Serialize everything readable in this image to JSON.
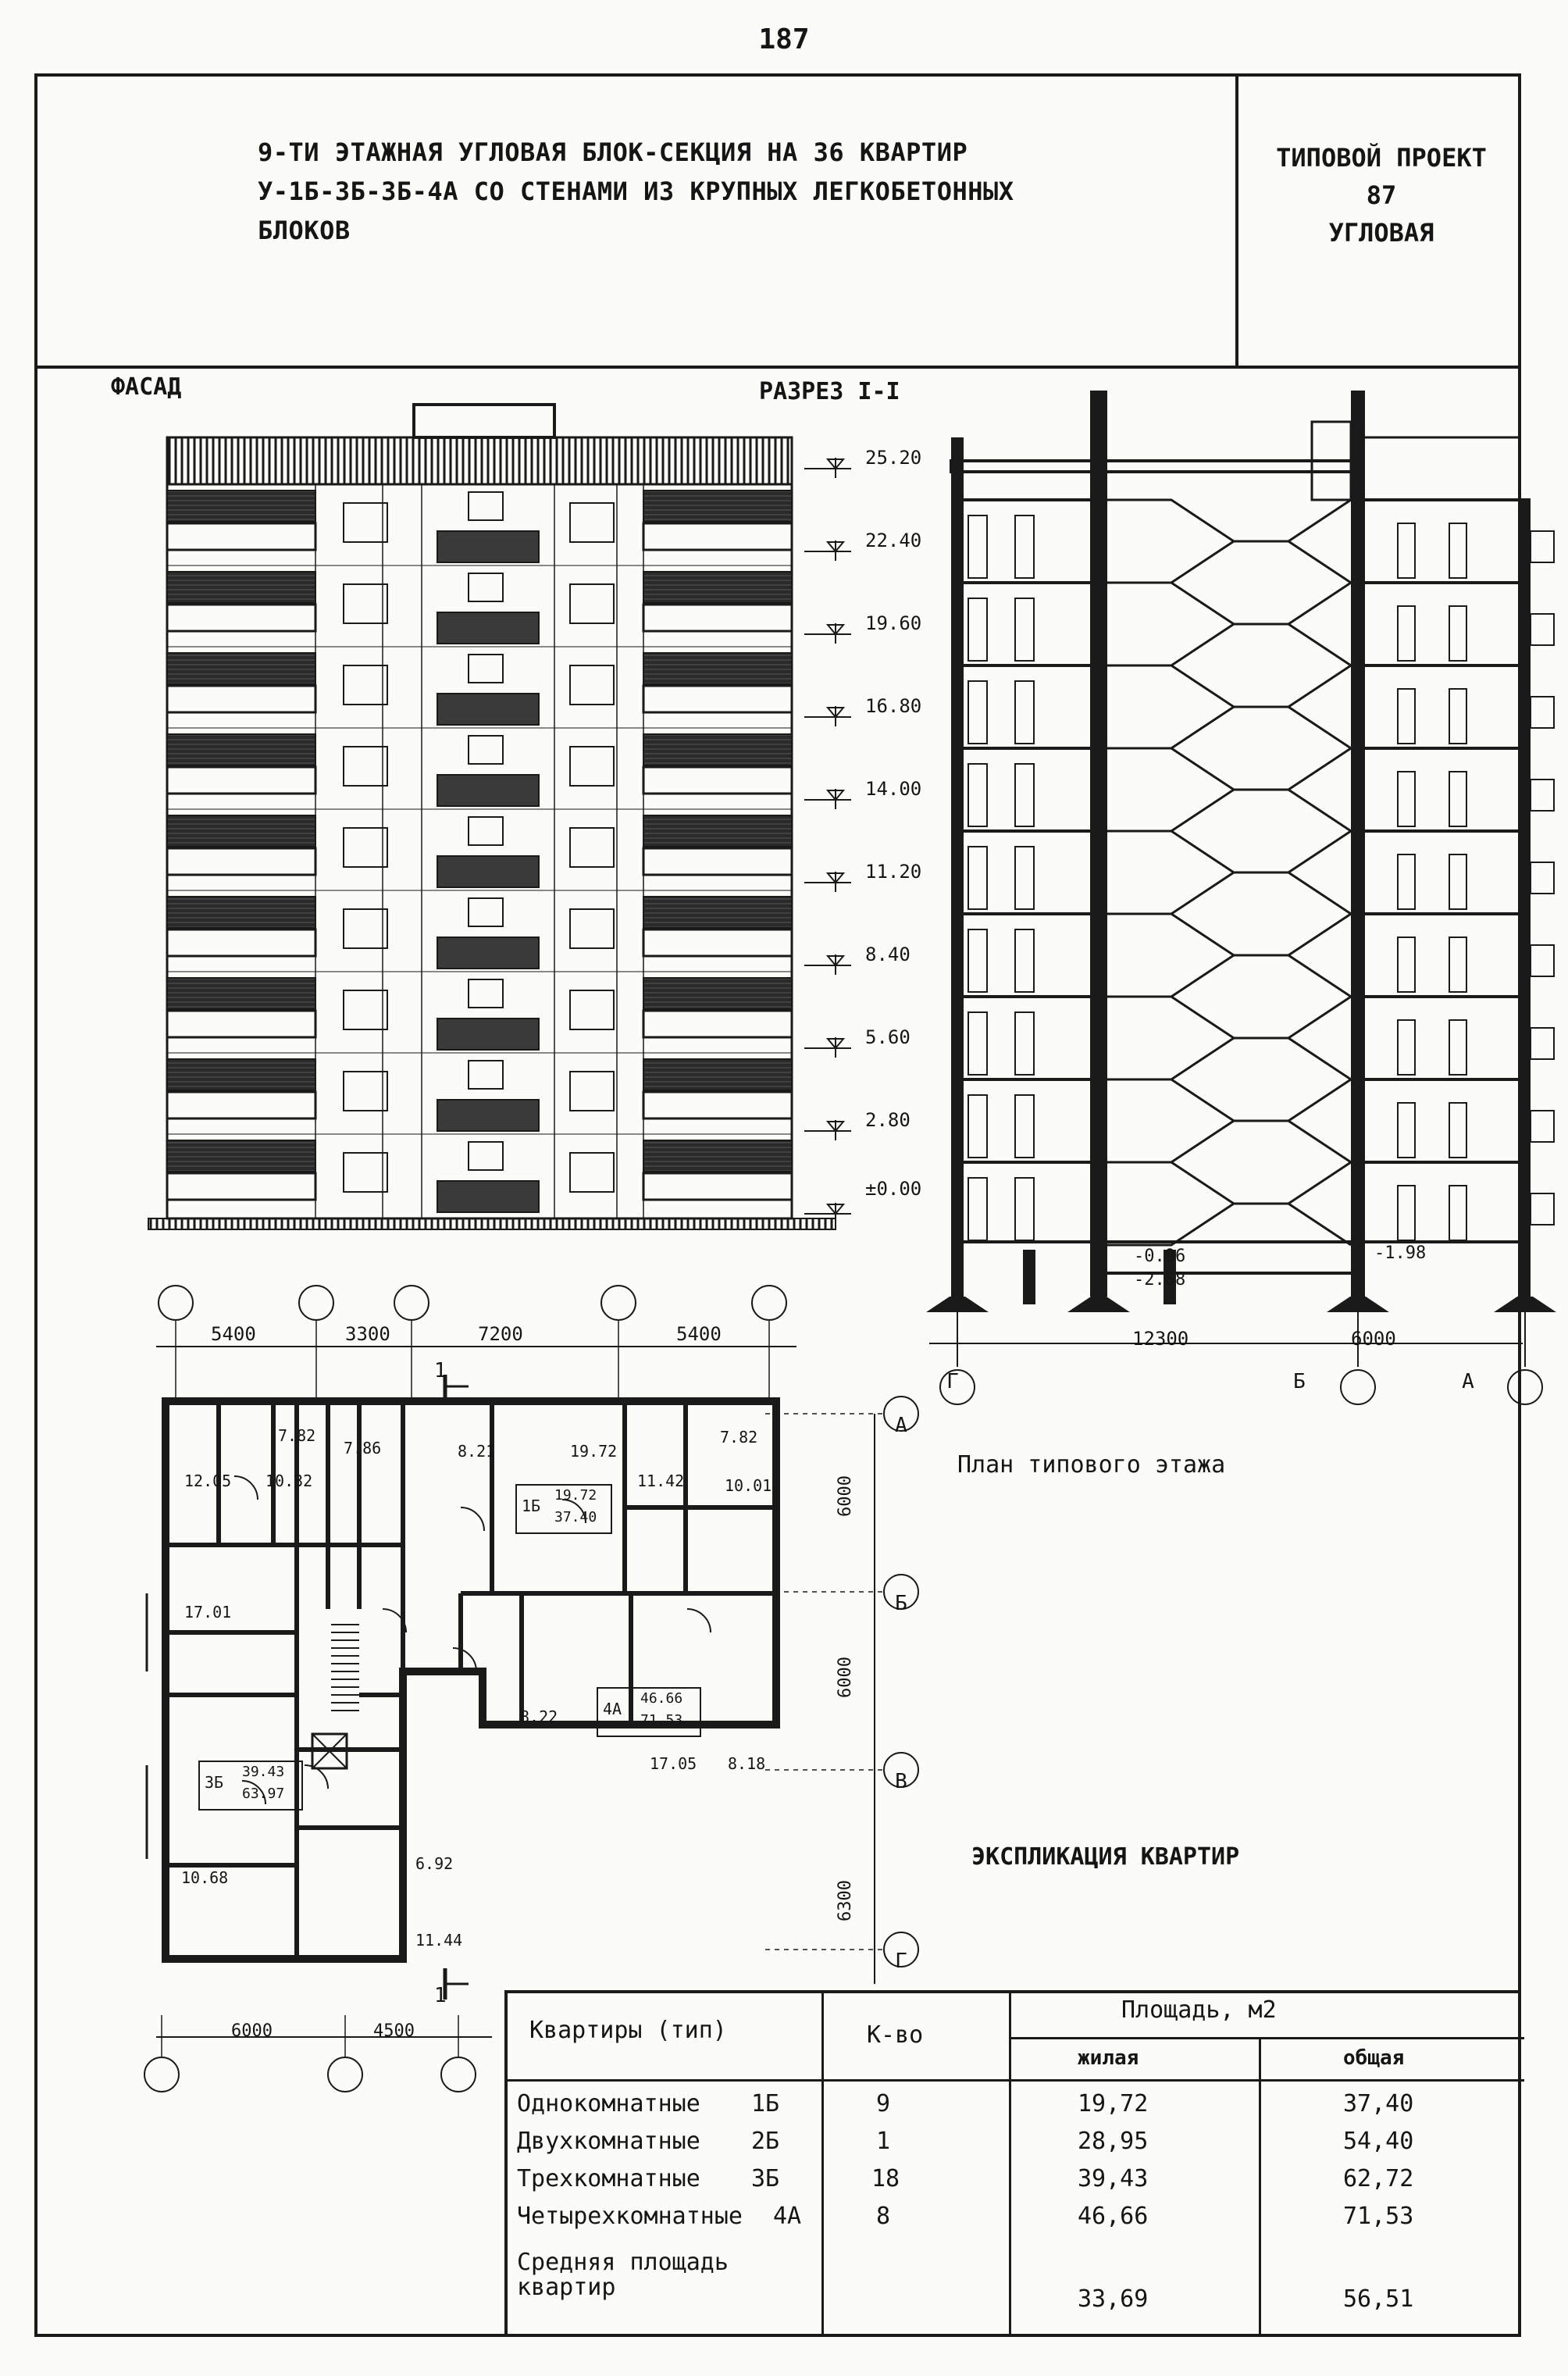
{
  "page_number": "187",
  "title": {
    "line1": "9-ТИ ЭТАЖНАЯ УГЛОВАЯ БЛОК-СЕКЦИЯ НА 36 КВАРТИР",
    "line2": "У-1Б-3Б-3Б-4А СО СТЕНАМИ ИЗ КРУПНЫХ ЛЕГКОБЕТОННЫХ",
    "line3": "БЛОКОВ"
  },
  "stamp": {
    "line1": "ТИПОВОЙ ПРОЕКТ",
    "line2": "87",
    "line3": "УГЛОВАЯ"
  },
  "facade": {
    "label": "ФАСАД",
    "levels": [
      "25.20",
      "22.40",
      "19.60",
      "16.80",
      "14.00",
      "11.20",
      "8.40",
      "5.60",
      "2.80",
      "±0.00"
    ]
  },
  "section": {
    "label": "РАЗРЕЗ I-I",
    "levels_below": [
      "-0.96",
      "-2.68",
      "-1.98"
    ],
    "dims": [
      "12300",
      "6000"
    ],
    "axes": [
      "Г",
      "Б",
      "А"
    ]
  },
  "plan": {
    "title": "План типового этажа",
    "top_dims": [
      "5400",
      "3300",
      "7200",
      "5400"
    ],
    "bottom_dims": [
      "6000",
      "4500"
    ],
    "side_dims": [
      "6000",
      "6000",
      "6300"
    ],
    "axes": [
      "А",
      "Б",
      "В",
      "Г"
    ],
    "cut_mark": "1",
    "rooms": [
      "7.82",
      "7.86",
      "8.21",
      "19.72",
      "7.82",
      "12.05",
      "10.32",
      "11.42",
      "10.01",
      "17.01",
      "8.22",
      "17.05",
      "8.18",
      "6.92",
      "10.68",
      "11.44"
    ],
    "apt_1b": {
      "type": "1Б",
      "living": "19.72",
      "total": "37.40"
    },
    "apt_3b": {
      "type": "3Б",
      "living": "39.43",
      "total": "63.97"
    },
    "apt_4a": {
      "type": "4А",
      "living": "46.66",
      "total": "71.53"
    }
  },
  "explication": {
    "heading": "ЭКСПЛИКАЦИЯ КВАРТИР",
    "col_type": "Квартиры (тип)",
    "col_count": "К-во",
    "col_area": "Площадь, м2",
    "col_living": "жилая",
    "col_total": "общая",
    "rows": [
      {
        "name": "Однокомнатные",
        "type": "1Б",
        "count": "9",
        "living": "19,72",
        "total": "37,40"
      },
      {
        "name": "Двухкомнатные",
        "type": "2Б",
        "count": "1",
        "living": "28,95",
        "total": "54,40"
      },
      {
        "name": "Трехкомнатные",
        "type": "3Б",
        "count": "18",
        "living": "39,43",
        "total": "62,72"
      },
      {
        "name": "Четырехкомнатные",
        "type": "4А",
        "count": "8",
        "living": "46,66",
        "total": "71,53"
      }
    ],
    "avg_line1": "Средняя площадь",
    "avg_line2": "квартир",
    "avg_living": "33,69",
    "avg_total": "56,51"
  }
}
